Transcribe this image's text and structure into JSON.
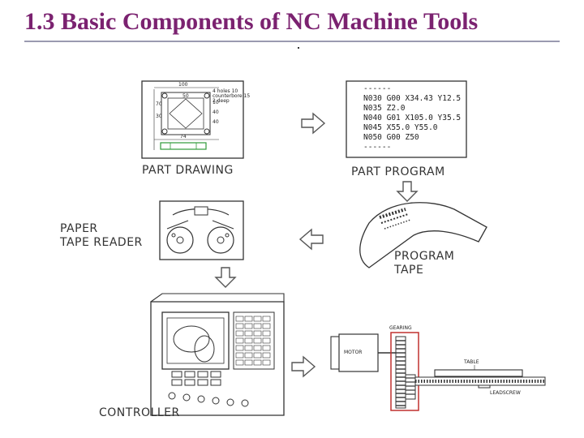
{
  "header": {
    "title": "1.3 Basic Components of NC Machine Tools"
  },
  "diagram": {
    "part_drawing": {
      "label": "PART DRAWING",
      "dims": [
        "100",
        "50",
        "70",
        "30",
        "74",
        "10",
        "40",
        "40"
      ],
      "note": [
        "4 holes 10",
        "counterbore 15",
        "2 deep"
      ]
    },
    "part_program": {
      "label": "PART PROGRAM",
      "lines": [
        "------",
        "N030 G00 X34.43 Y12.5",
        "N035 Z2.0",
        "N040 G01 X105.0 Y35.5",
        "N045 X55.0 Y55.0",
        "N050 G00 Z50",
        "------"
      ]
    },
    "tape_reader": {
      "label_lines": [
        "PAPER",
        "TAPE READER"
      ]
    },
    "program_tape": {
      "label_lines": [
        "PROGRAM",
        "TAPE"
      ]
    },
    "controller": {
      "label": "CONTROLLER"
    },
    "machine": {
      "motor": "MOTOR",
      "gearing": "GEARING",
      "table": "TABLE",
      "leadscrew": "LEADSCREW"
    }
  }
}
